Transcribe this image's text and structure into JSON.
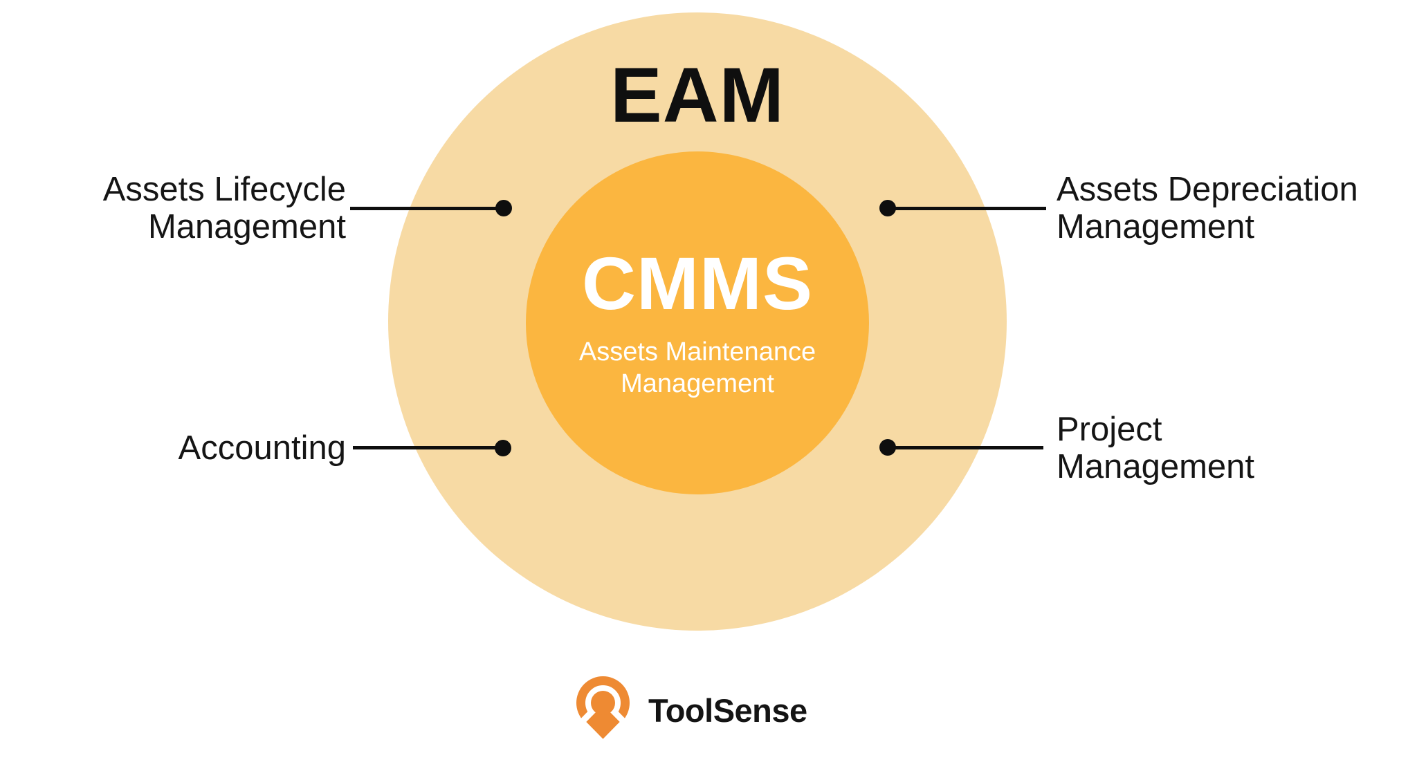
{
  "colors": {
    "outer_circle": "#F7DAA4",
    "inner_circle": "#FBB640",
    "ink": "#131313",
    "line": "#0e0e0e",
    "logo_orange": "#EE8A33"
  },
  "eam": {
    "title": "EAM"
  },
  "cmms": {
    "title": "CMMS",
    "subtitle_lines": [
      "Assets Maintenance",
      "Management"
    ]
  },
  "callouts": {
    "top_left": {
      "lines": [
        "Assets Lifecycle",
        "Management"
      ]
    },
    "top_right": {
      "lines": [
        "Assets Depreciation",
        "Management"
      ]
    },
    "bottom_left": {
      "lines": [
        "Accounting"
      ]
    },
    "bottom_right": {
      "lines": [
        "Project",
        "Management"
      ]
    }
  },
  "footer": {
    "brand": "ToolSense"
  }
}
